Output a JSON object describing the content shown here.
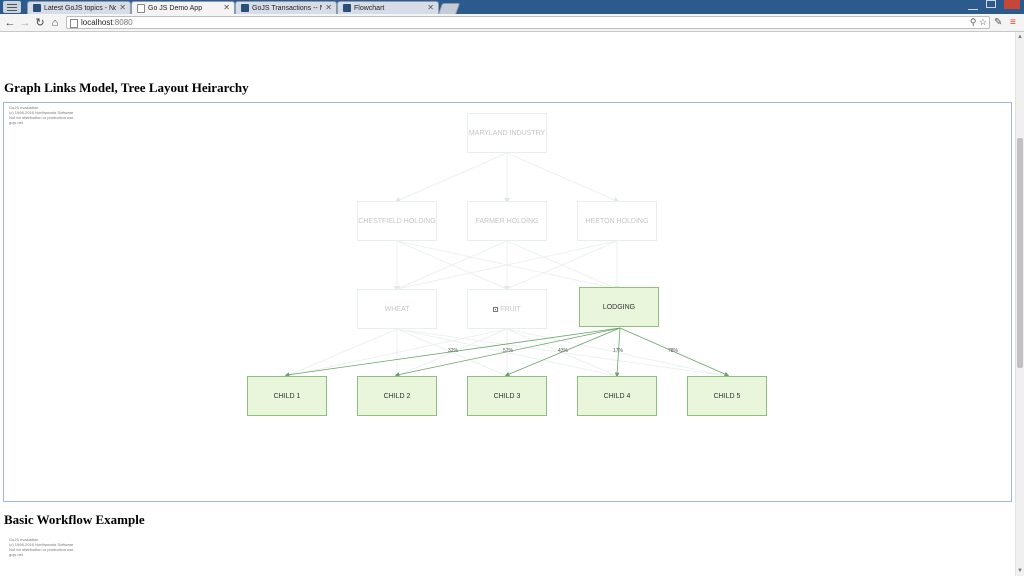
{
  "browser": {
    "tabs": [
      {
        "title": "Latest GoJS topics - North",
        "active": false,
        "icon": "gojs-favicon"
      },
      {
        "title": "Go JS Demo App",
        "active": true,
        "icon": "page-favicon"
      },
      {
        "title": "GoJS Transactions -- Nort",
        "active": false,
        "icon": "gojs-favicon"
      },
      {
        "title": "Flowchart",
        "active": false,
        "icon": "gojs-favicon"
      }
    ],
    "url_host": "localhost",
    "url_port": ":8080"
  },
  "page": {
    "heading1": "Graph Links Model, Tree Layout Heirarchy",
    "heading2": "Basic Workflow Example",
    "eval_notice": [
      "GoJS evaluation",
      "(c) 1998-2016 Northwoods Software",
      "Not for distribution or production use",
      "gojs.net"
    ],
    "eval_notice2": [
      "GoJS evaluation",
      "(c) 1998-2016 Northwoods Software",
      "Not for distribution or production use",
      "gojs.net"
    ]
  },
  "diagram": {
    "nodes": {
      "root": "MARYLAND INDUSTRY",
      "h1": "CHESTFIELD HOLDING",
      "h2": "FARMER HOLDING",
      "h3": "HEETON HOLDING",
      "wheat": "WHEAT",
      "fruit": "FRUIT",
      "lodging": "LODGING",
      "c1": "CHILD 1",
      "c2": "CHILD 2",
      "c3": "CHILD 3",
      "c4": "CHILD 4",
      "c5": "CHILD 5"
    },
    "link_labels": {
      "c1": "32%",
      "c2": "57%",
      "c3": "43%",
      "c4": "17%",
      "c5": "78%"
    },
    "colors": {
      "active_fill": "#e9f6dc",
      "active_border": "#8fbf7f",
      "active_link": "#6aa36a",
      "faded_link": "#e8ecec"
    }
  }
}
